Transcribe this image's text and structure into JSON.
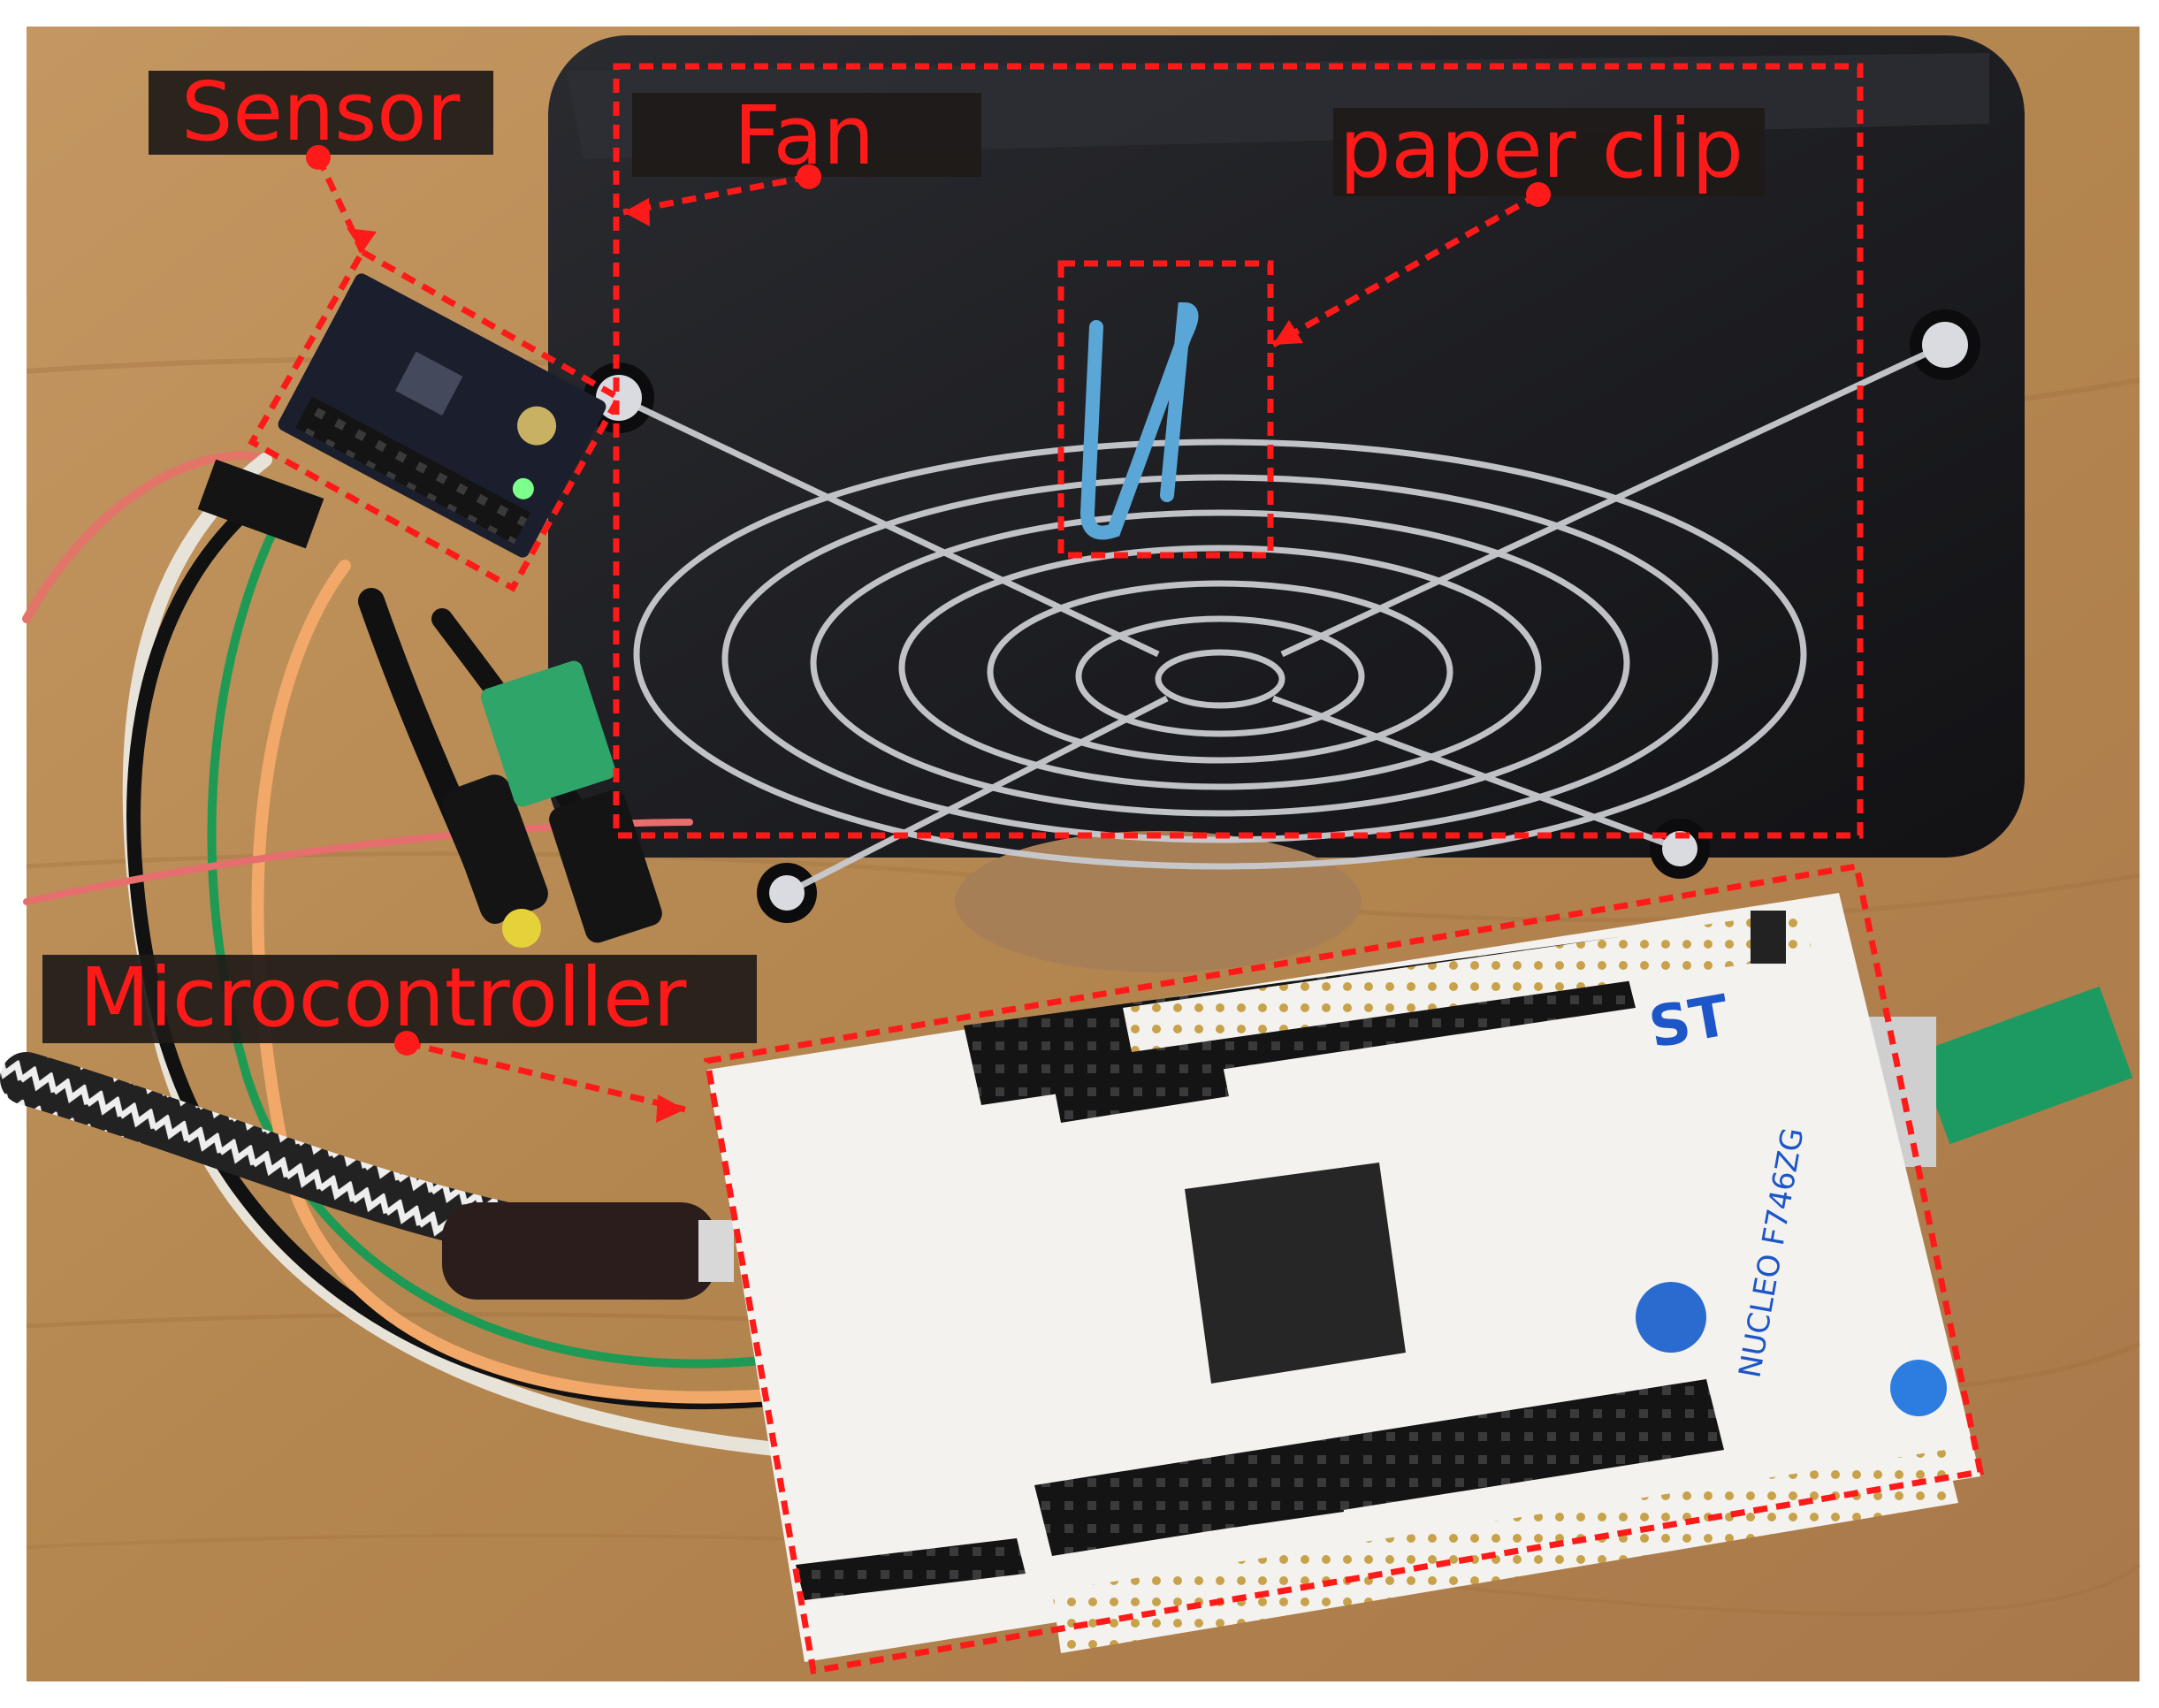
{
  "labels": {
    "sensor": "Sensor",
    "fan": "Fan",
    "paper_clip": "paper clip",
    "microcontroller": "Microcontroller"
  },
  "board_text": {
    "brand": "ST",
    "model": "NUCLEO F746ZG"
  },
  "colors": {
    "annotation": "#ff1a1a",
    "label_bg": "#1e1a18",
    "wood": "#b98c57",
    "fan_frame": "#1a1b1f",
    "board": "#f4f2ee",
    "header": "#151515",
    "cable_green": "#1c9a62"
  }
}
